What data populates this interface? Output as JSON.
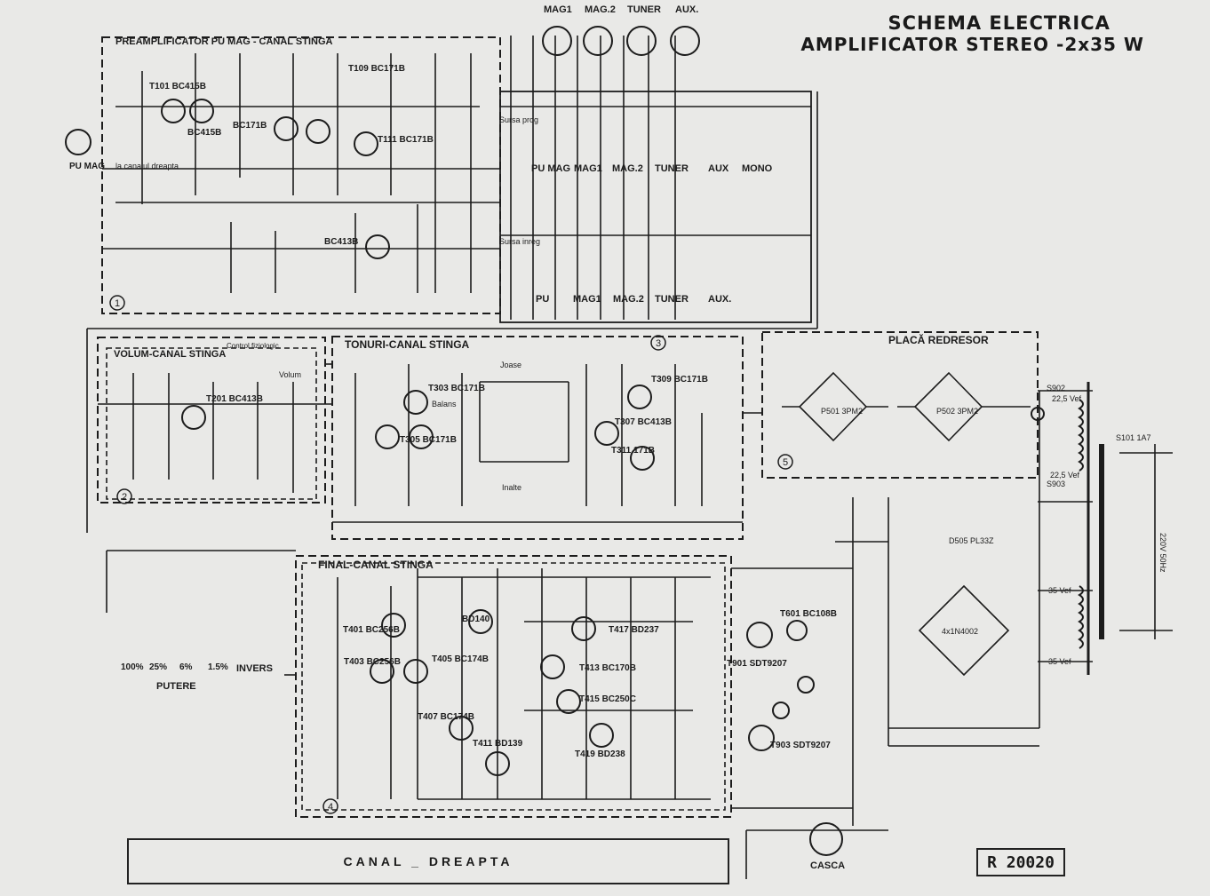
{
  "title": {
    "line1": "SCHEMA ELECTRICA",
    "line2": "AMPLIFICATOR STEREO -2x35 W"
  },
  "reference": "R 20020",
  "bottom_channel_label": "CANAL _ DREAPTA",
  "blocks": {
    "preamp": {
      "label": "PREAMPLIFICATOR PU MAG - CANAL STINGA",
      "number": "1"
    },
    "volume": {
      "label": "VOLUM-CANAL STINGA",
      "number": "2",
      "sub": "Control fiziologic"
    },
    "tones": {
      "label": "TONURI-CANAL STINGA",
      "number": "3"
    },
    "final": {
      "label": "FINAL-CANAL STINGA",
      "number": "4"
    },
    "rectifier": {
      "label": "PLACĂ REDRESOR",
      "number": "5"
    }
  },
  "inputs_top": [
    "MAG1",
    "MAG.2",
    "TUNER",
    "AUX."
  ],
  "selector_row1": [
    "PU MAG",
    "MAG1",
    "MAG.2",
    "TUNER",
    "AUX",
    "MONO"
  ],
  "selector_row2": [
    "PU",
    "MAG1",
    "MAG.2",
    "TUNER",
    "AUX."
  ],
  "power_switch": [
    "100%",
    "25%",
    "6%",
    "1.5%"
  ],
  "power_labels": {
    "putere": "PUTERE",
    "invers": "INVERS"
  },
  "transistors": {
    "t101": "T101 BC415B",
    "t103": "BC415B",
    "t105": "BC171B",
    "t109": "T109 BC171B",
    "t111": "T111 BC171B",
    "t113": "BC413B",
    "t201": "T201 BC413B",
    "t303": "T303 BC171B",
    "t305": "T305 BC171B",
    "t307": "T307 BC413B",
    "t309": "T309 BC171B",
    "t311": "T311 171B",
    "t401": "T401 BC256B",
    "t403": "T403 BC256B",
    "t405": "T405 BC174B",
    "t407": "T407 BC174B",
    "t409": "BD140",
    "t411": "T411 BD139",
    "t413": "T413 BC170B",
    "t415": "T415 BC250C",
    "t417": "T417 BD237",
    "t419": "T419 BD238",
    "t601": "T601 BC108B",
    "t901": "T901 SDT9207",
    "t903": "T903 SDT9207"
  },
  "misc_labels": {
    "pu_mag": "PU MAG",
    "casca": "CASCA",
    "canal_dreapta": "la canalul dreapta",
    "sursa_prog": "Sursa prog",
    "sursa_inreg": "Sursa inreg",
    "joase": "Joase",
    "inalte": "Inalte",
    "balans": "Balans",
    "volum": "Volum",
    "v1": "22,5 Vef",
    "v2": "22,5 Vef",
    "v3": "35 Vef",
    "v4": "35 Vef",
    "diode": "D505 PL33Z",
    "bridge1": "P501 3PM2",
    "bridge2": "P502 3PM2",
    "bridge3": "4x1N4002",
    "fuse": "S101 1A7",
    "s902": "S902",
    "s903": "S903",
    "mains": "220V 50Hz"
  },
  "colors": {
    "ink": "#1c1c1c",
    "paper": "#e9e9e7"
  }
}
